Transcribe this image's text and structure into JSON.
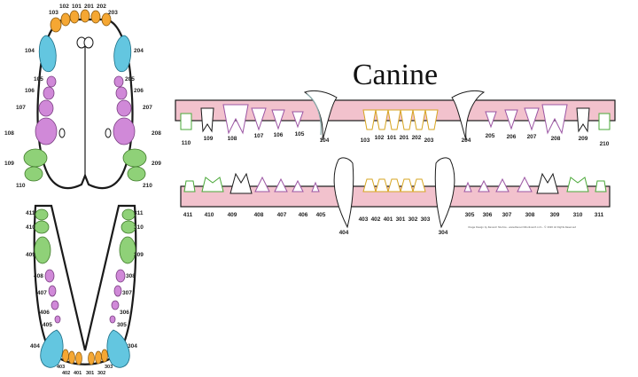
{
  "title": "Canine",
  "credit": "Image Design by Ransom Studios - www.RansomStudiosArt.com - © 2020 All Rights Reserved",
  "colors": {
    "incisor": "#f5a733",
    "canine": "#63c6e0",
    "premolar": "#d089d8",
    "molar": "#8fd178",
    "gum": "#f2c2cd",
    "outline": "#1a1a1a"
  },
  "upper_jaw_labels": {
    "incisors": [
      "102",
      "101",
      "201",
      "202",
      "203"
    ],
    "top_left": "103",
    "left": [
      "104",
      "105",
      "106",
      "107",
      "108",
      "109",
      "110"
    ],
    "right": [
      "204",
      "205",
      "206",
      "207",
      "208",
      "209",
      "210"
    ]
  },
  "lower_jaw_labels": {
    "left": [
      "411",
      "410",
      "409",
      "408",
      "407",
      "406",
      "405",
      "404"
    ],
    "right": [
      "311",
      "310",
      "309",
      "308",
      "307",
      "306",
      "305",
      "304"
    ],
    "incisors_top": [
      "403",
      "303"
    ],
    "incisors_bottom": [
      "402",
      "401",
      "301",
      "302"
    ]
  },
  "upper_row_labels": [
    "110",
    "109",
    "108",
    "107",
    "106",
    "105",
    "104",
    "103",
    "102",
    "101",
    "201",
    "202",
    "203",
    "204",
    "205",
    "206",
    "207",
    "208",
    "209",
    "210"
  ],
  "lower_row_labels": [
    "411",
    "410",
    "409",
    "408",
    "407",
    "406",
    "405",
    "404",
    "403",
    "402",
    "401",
    "301",
    "302",
    "303",
    "304",
    "305",
    "306",
    "307",
    "308",
    "309",
    "310",
    "311"
  ]
}
